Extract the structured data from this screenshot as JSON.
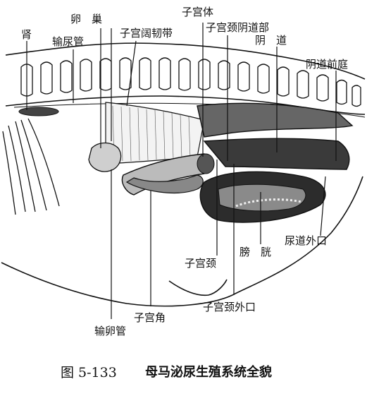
{
  "labels": {
    "kidney": "肾",
    "ovary": "卵　巢",
    "ureter": "输尿管",
    "broad_ligament": "子宫阔韧带",
    "uterine_body": "子宫体",
    "vaginal_part_of_cervix": "子宫颈阴道部",
    "vagina": "阴　道",
    "vaginal_vestibule": "阴道前庭",
    "external_urethral_orifice": "尿道外口",
    "bladder": "膀　胱",
    "cervix": "子宫颈",
    "external_cervical_os": "子宫颈外口",
    "uterine_horn": "子宫角",
    "oviduct": "输卵管"
  },
  "caption": {
    "figure_number": "图 5-133",
    "title": "母马泌尿生殖系统全貌"
  }
}
